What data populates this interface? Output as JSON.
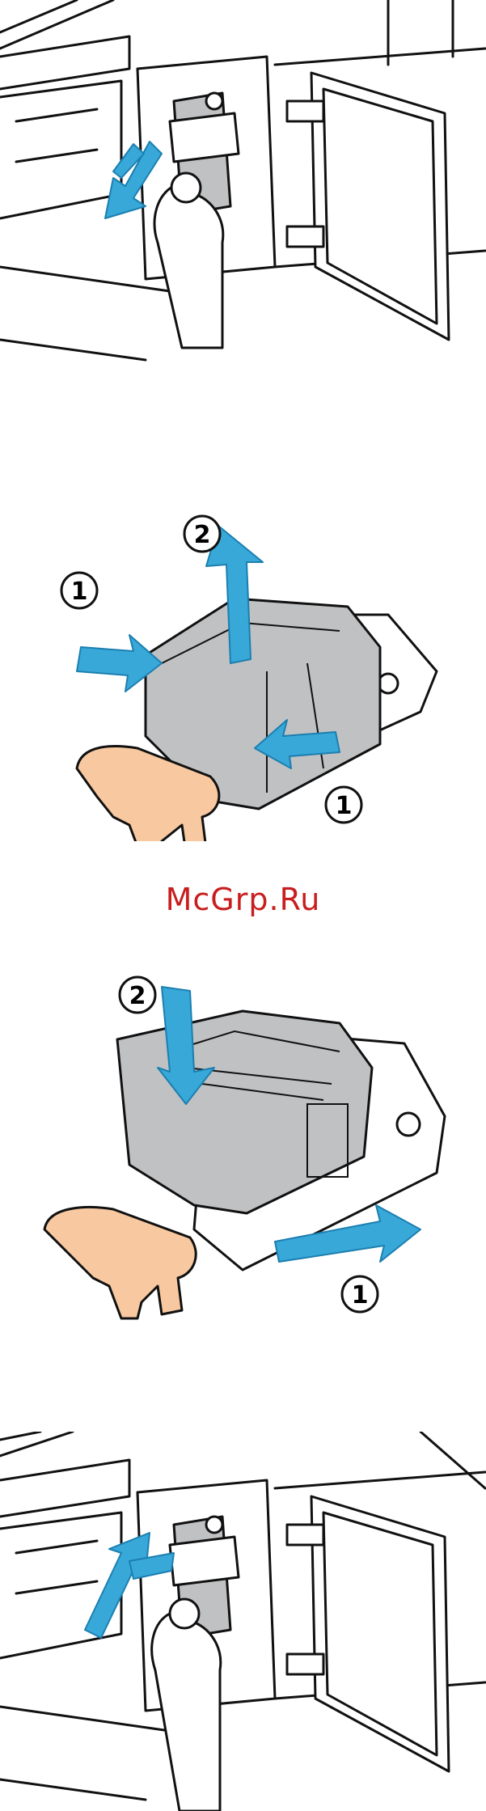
{
  "watermark": "McGrp.Ru",
  "callouts": {
    "panel2_one_left": "1",
    "panel2_two": "2",
    "panel2_one_right": "1",
    "panel3_two": "2",
    "panel3_one": "1"
  },
  "colors": {
    "arrow": "#38a8d8",
    "cartridge_handle": "#f8c9a0",
    "cartridge_body": "#bfc1c3",
    "watermark": "#c81e1e"
  },
  "icons": [
    "door-open-illustration",
    "hand-icon",
    "arrow-icon",
    "staple-cartridge-illustration"
  ]
}
